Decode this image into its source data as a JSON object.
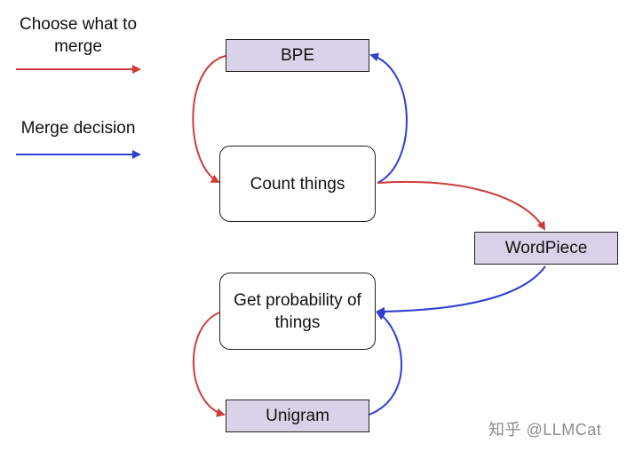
{
  "legend": {
    "choose_label": "Choose what to merge",
    "choose_color": "#d03c3c",
    "decision_label": "Merge decision",
    "decision_color": "#2f3fd0"
  },
  "nodes": {
    "bpe": "BPE",
    "count_things": "Count things",
    "wordpiece": "WordPiece",
    "get_probability": "Get probability of things",
    "unigram": "Unigram"
  },
  "watermark": "知乎 @LLMCat"
}
